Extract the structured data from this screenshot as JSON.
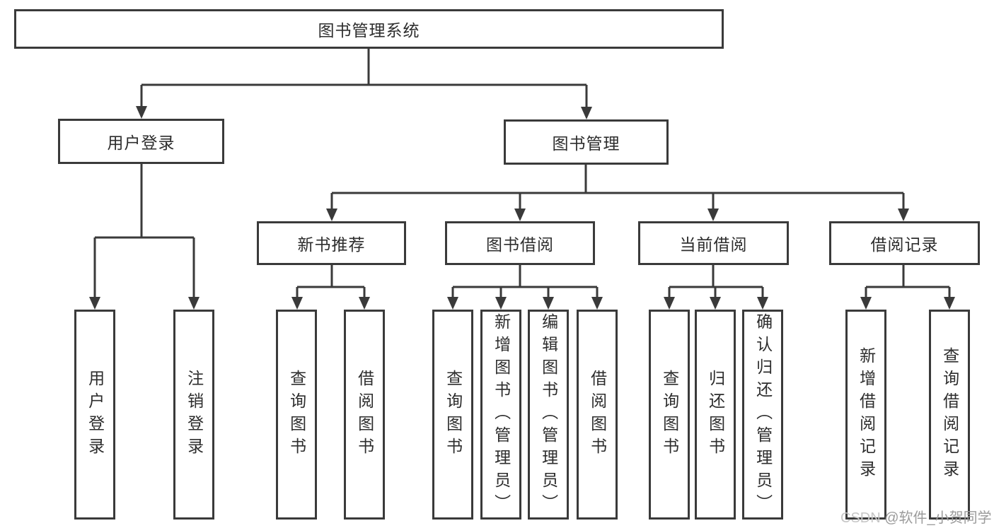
{
  "diagram": {
    "title": "图书管理系统",
    "root": {
      "label": "图书管理系统"
    },
    "branches": [
      {
        "label": "用户登录"
      },
      {
        "label": "图书管理"
      }
    ],
    "modules": [
      {
        "label": "新书推荐"
      },
      {
        "label": "图书借阅"
      },
      {
        "label": "当前借阅"
      },
      {
        "label": "借阅记录"
      }
    ],
    "leaves": {
      "user_login": [
        "用户登录",
        "注销登录"
      ],
      "new_books": [
        "查询图书",
        "借阅图书"
      ],
      "book_borrow": [
        "查询图书",
        "新增图书（管理员）",
        "编辑图书（管理员）",
        "借阅图书"
      ],
      "current_borrow": [
        "查询图书",
        "归还图书",
        "确认归还（管理员）"
      ],
      "borrow_records": [
        "新增借阅记录",
        "查询借阅记录"
      ]
    }
  },
  "watermark": {
    "prefix": "CSDN ",
    "handle": "@软件_小贺同学"
  },
  "colors": {
    "line": "#3a3a3a",
    "text": "#2d2d2d",
    "watermark_prefix": "#c6c6c6",
    "watermark_handle": "#9b9b9b"
  }
}
